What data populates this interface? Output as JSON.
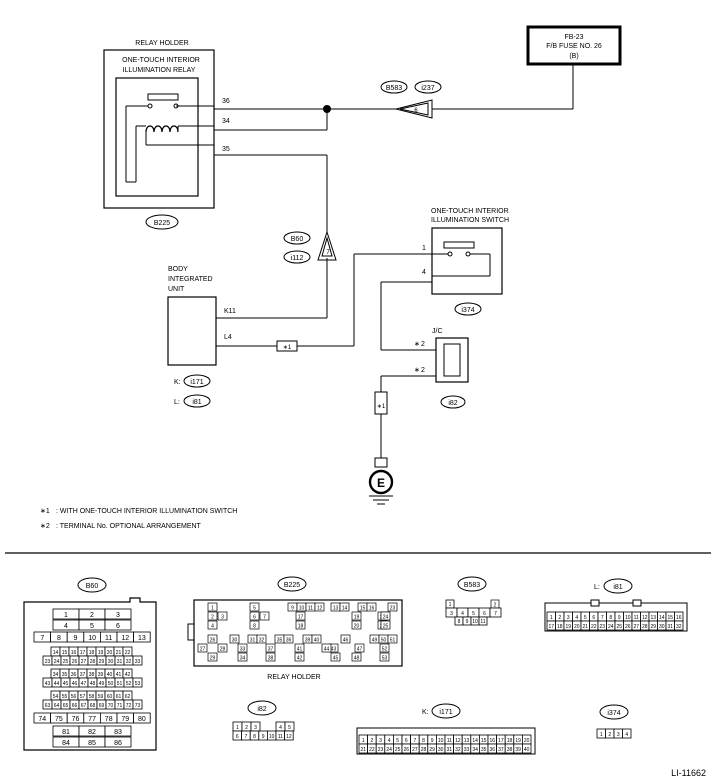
{
  "relay": {
    "holder_label": "RELAY HOLDER",
    "title_line1": "ONE-TOUCH INTERIOR",
    "title_line2": "ILLUMINATION RELAY",
    "connector": "B225",
    "pins": [
      "36",
      "34",
      "35"
    ]
  },
  "fuse": {
    "line1": "FB-23",
    "line2": "F/B FUSE NO. 26",
    "line3": "(B)"
  },
  "connectors_top": {
    "b583": "B583",
    "i237": "i237",
    "pin6": "6",
    "b60": "B60",
    "i112": "i112",
    "pin7": "7"
  },
  "switch": {
    "title_line1": "ONE-TOUCH INTERIOR",
    "title_line2": "ILLUMINATION SWITCH",
    "pins": [
      "1",
      "4"
    ],
    "connector": "i374"
  },
  "bcu": {
    "line1": "BODY",
    "line2": "INTEGRATED",
    "line3": "UNIT",
    "pin_k11": "K11",
    "pin_l4": "L4",
    "k_prefix": "K:",
    "k_conn": "i171",
    "l_prefix": "L:",
    "l_conn": "i81"
  },
  "jc": {
    "label": "J/C",
    "pin1": "2",
    "pin2": "2",
    "connector": "i82",
    "star": "∗"
  },
  "ground": {
    "label": "E"
  },
  "notes": [
    {
      "mark": "∗1",
      "text": ": WITH ONE-TOUCH INTERIOR ILLUMINATION SWITCH"
    },
    {
      "mark": "∗2",
      "text": ": TERMINAL No. OPTIONAL ARRANGEMENT"
    }
  ],
  "star1_tag": "∗1",
  "connector_views": {
    "b60": {
      "label": "B60",
      "row1": [
        "1",
        "2",
        "3"
      ],
      "row2": [
        "4",
        "5",
        "6"
      ],
      "row3": [
        "7",
        "8",
        "9",
        "10",
        "11",
        "12",
        "13"
      ],
      "row4": [
        "14",
        "15",
        "16",
        "17",
        "18",
        "19",
        "20",
        "21",
        "22"
      ],
      "row5": [
        "23",
        "24",
        "25",
        "26",
        "27",
        "28",
        "29",
        "30",
        "31",
        "32",
        "33"
      ],
      "row6": [
        "34",
        "35",
        "36",
        "37",
        "38",
        "39",
        "40",
        "41",
        "42"
      ],
      "row7": [
        "43",
        "44",
        "45",
        "46",
        "47",
        "48",
        "49",
        "50",
        "51",
        "52",
        "53"
      ],
      "row8": [
        "54",
        "55",
        "56",
        "57",
        "58",
        "59",
        "60",
        "61",
        "62"
      ],
      "row9": [
        "63",
        "64",
        "65",
        "66",
        "67",
        "68",
        "69",
        "70",
        "71",
        "72",
        "73"
      ],
      "row10": [
        "74",
        "75",
        "76",
        "77",
        "78",
        "79",
        "80"
      ],
      "row11": [
        "81",
        "82",
        "83"
      ],
      "row12": [
        "84",
        "85",
        "86"
      ]
    },
    "b225": {
      "label": "B225",
      "caption": "RELAY HOLDER",
      "pins_top": [
        "1",
        "2",
        "3",
        "4",
        "5",
        "6",
        "7",
        "8",
        "9",
        "10",
        "11",
        "12",
        "13",
        "14",
        "15",
        "16",
        "17",
        "18",
        "19",
        "20",
        "21",
        "22",
        "23",
        "24",
        "25"
      ],
      "pins_bottom": [
        "26",
        "27",
        "28",
        "29",
        "30",
        "31",
        "32",
        "33",
        "34",
        "35",
        "36",
        "37",
        "38",
        "39",
        "40",
        "41",
        "42",
        "43",
        "44",
        "45",
        "46",
        "47",
        "48",
        "49",
        "50",
        "51",
        "52",
        "53"
      ]
    },
    "b583": {
      "label": "B583",
      "row1": [
        "1",
        "2"
      ],
      "row2": [
        "3",
        "4",
        "5",
        "6",
        "7"
      ],
      "row3": [
        "8",
        "9",
        "10",
        "11"
      ]
    },
    "i81": {
      "label": "i81",
      "prefix": "L:",
      "row1": [
        "1",
        "2",
        "3",
        "4",
        "5",
        "6",
        "7",
        "8",
        "9",
        "10",
        "11",
        "12",
        "13",
        "14",
        "15",
        "16"
      ],
      "row2": [
        "17",
        "18",
        "19",
        "20",
        "21",
        "22",
        "23",
        "24",
        "25",
        "26",
        "27",
        "28",
        "29",
        "30",
        "31",
        "32"
      ]
    },
    "i82": {
      "label": "i82",
      "row1": [
        "1",
        "2",
        "3",
        "4",
        "5"
      ],
      "row2": [
        "6",
        "7",
        "8",
        "9",
        "10",
        "11",
        "12"
      ]
    },
    "i171": {
      "label": "i171",
      "prefix": "K:",
      "row1": [
        "1",
        "2",
        "3",
        "4",
        "5",
        "6",
        "7",
        "8",
        "9",
        "10",
        "11",
        "12",
        "13",
        "14",
        "15",
        "16",
        "17",
        "18",
        "19",
        "20"
      ],
      "row2": [
        "21",
        "22",
        "23",
        "24",
        "25",
        "26",
        "27",
        "28",
        "29",
        "30",
        "31",
        "32",
        "33",
        "34",
        "35",
        "36",
        "37",
        "38",
        "39",
        "40"
      ]
    },
    "i374": {
      "label": "i374",
      "row1": [
        "1",
        "2",
        "3",
        "4"
      ]
    }
  },
  "doc_id": "LI-11662"
}
